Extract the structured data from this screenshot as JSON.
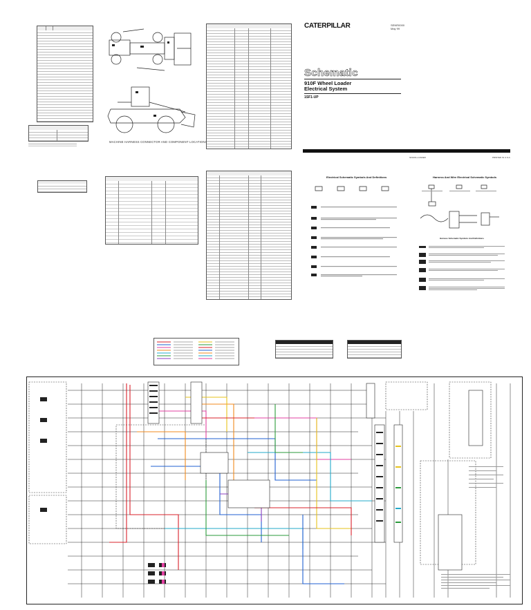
{
  "header": {
    "brand": "CATERPILLAR",
    "doc_number": "SENR0000",
    "doc_date": "May 99",
    "title": "Schematic",
    "model_line1": "910F Wheel Loader",
    "model_line2": "Electrical System",
    "serial": "1SF1-UP",
    "footer_left": "SF1001-LOADER",
    "footer_right": "PRINTED IN U.S.A."
  },
  "sections": {
    "harness_caption": "MACHINE HARNESS CONNECTOR AND COMPONENT LOCATIONS",
    "symbols_title": "Electrical Schematic Symbols And Definitions",
    "harness_symbols_title": "Harness And Wire Electrical Schematic Symbols",
    "harness_defs_title": "Harness Schematic Symbols And Definitions"
  },
  "colors": {
    "wire_red": "#d8202a",
    "wire_blue": "#1f5fd1",
    "wire_pink": "#e03fa0",
    "wire_orange": "#f08a1c",
    "wire_cyan": "#22a9c9",
    "wire_green": "#2a9a3a",
    "wire_yellow": "#e6c21a",
    "wire_purple": "#8b3fc1",
    "ink": "#111111"
  },
  "icons": [
    "caterpillar-logo",
    "wheel-loader-side-view",
    "wheel-loader-top-view",
    "switch-symbol",
    "connector-symbol"
  ]
}
